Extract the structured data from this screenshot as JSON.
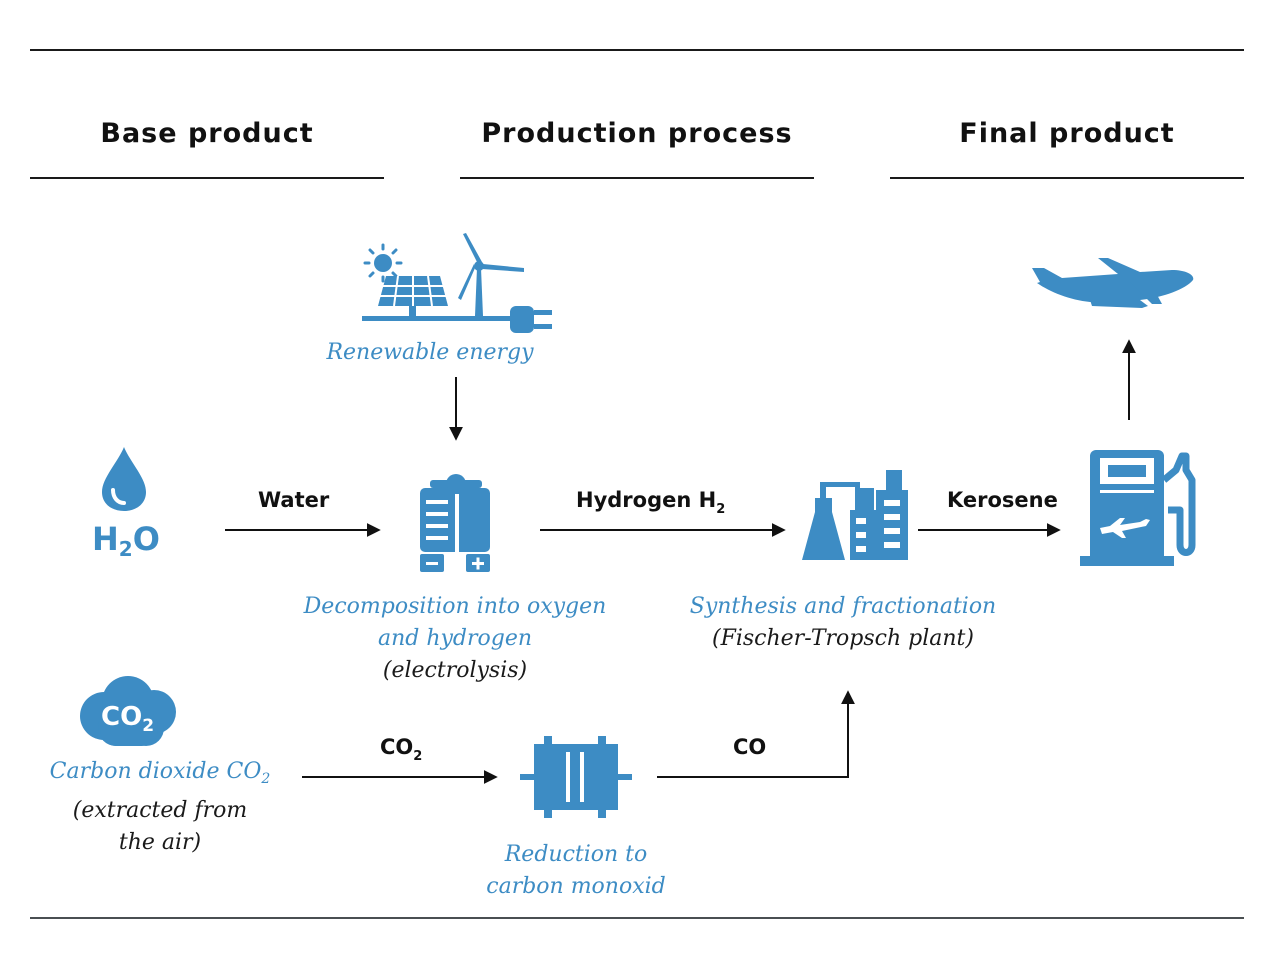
{
  "columns": {
    "base": "Base product",
    "process": "Production process",
    "final": "Final product"
  },
  "nodes": {
    "renewable": {
      "caption": "Renewable energy",
      "icon": "solar-wind-plug-icon"
    },
    "water": {
      "symbol_h": "H",
      "symbol_2": "2",
      "symbol_o": "O",
      "icon": "water-drop-icon"
    },
    "electrolysis": {
      "caption_line1": "Decomposition into oxygen",
      "caption_line2": "and hydrogen",
      "note": "(electrolysis)",
      "icon": "electrolyzer-icon"
    },
    "synthesis": {
      "caption": "Synthesis and fractionation",
      "note": "(Fischer-Tropsch plant)",
      "icon": "factory-icon"
    },
    "fuel_pump": {
      "icon": "fuel-pump-icon"
    },
    "airplane": {
      "icon": "airplane-icon"
    },
    "co2_source": {
      "cloud_text": "CO",
      "cloud_sub": "2",
      "caption": "Carbon dioxide CO",
      "caption_sub": "2",
      "note_line1": "(extracted from",
      "note_line2": "the air)",
      "icon": "co2-cloud-icon"
    },
    "reduction": {
      "caption_line1": "Reduction to",
      "caption_line2": "carbon monoxid",
      "icon": "reactor-icon"
    }
  },
  "edges": {
    "water": "Water",
    "hydrogen": "Hydrogen H",
    "hydrogen_sub": "2",
    "kerosene": "Kerosene",
    "co2": "CO",
    "co2_sub": "2",
    "co": "CO"
  },
  "colors": {
    "accent": "#3d8cc4",
    "text": "#111111",
    "rule": "#1a1a1a"
  }
}
